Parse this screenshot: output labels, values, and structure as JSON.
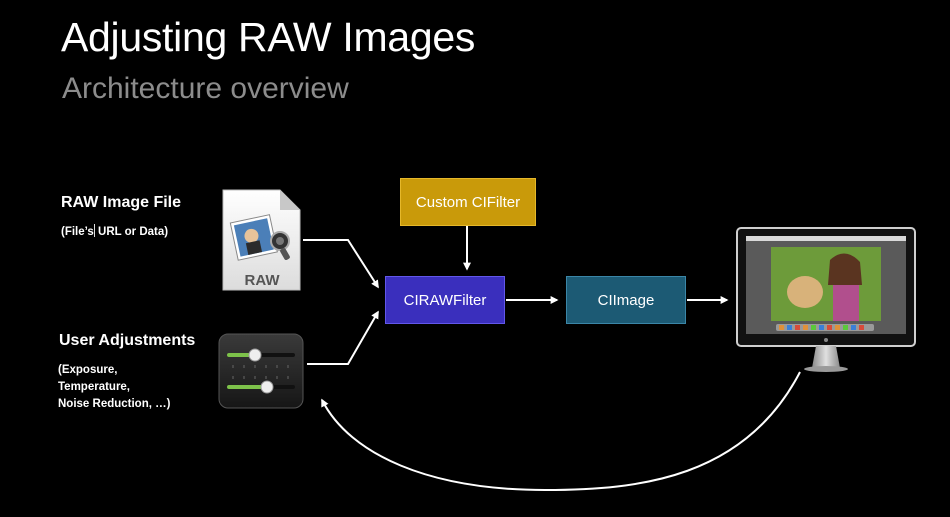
{
  "slide": {
    "title": "Adjusting RAW Images",
    "subtitle": "Architecture overview"
  },
  "inputs": {
    "raw_file": {
      "label": "RAW Image File",
      "detail_prefix": "(File’s",
      "detail_suffix": " URL or Data)",
      "icon_text": "RAW",
      "icon": "raw-document-icon"
    },
    "user_adjustments": {
      "label": "User Adjustments",
      "details": [
        "(Exposure,",
        "Temperature,",
        "Noise Reduction, …)"
      ],
      "icon": "sliders-icon"
    }
  },
  "nodes": {
    "custom_filter": "Custom CIFilter",
    "raw_filter": "CIRAWFilter",
    "ci_image": "CIImage"
  },
  "output": {
    "icon": "display-icon"
  },
  "colors": {
    "background": "#000000",
    "custom_filter": "#c99a0a",
    "raw_filter": "#3a2fbd",
    "ci_image": "#1c5a74",
    "subtitle": "#8c8c8c"
  }
}
